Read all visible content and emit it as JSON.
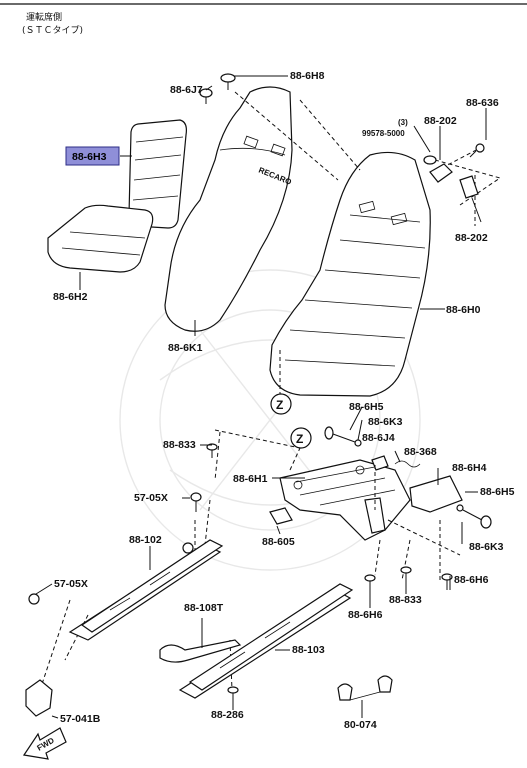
{
  "header": {
    "line1": "運転席側",
    "line2": "(ＳＴＣタイプ)"
  },
  "parts": {
    "p_6H8": "88-6H8",
    "p_6J7": "88-6J7",
    "p_6H3": "88-6H3",
    "p_636": "88-636",
    "p_qty": "(3)",
    "p_99578": "99578-5000",
    "p_202a": "88-202",
    "p_202b": "88-202",
    "p_6H2": "88-6H2",
    "p_6H0": "88-6H0",
    "p_6K1": "88-6K1",
    "p_6H5a": "88-6H5",
    "p_6K3a": "88-6K3",
    "p_6J4": "88-6J4",
    "p_833a": "88-833",
    "p_368": "88-368",
    "p_6H1": "88-6H1",
    "p_6H4": "88-6H4",
    "p_6H5b": "88-6H5",
    "p_05Xa": "57-05X",
    "p_605": "88-605",
    "p_6K3b": "88-6K3",
    "p_102": "88-102",
    "p_05Xb": "57-05X",
    "p_6H6a": "88-6H6",
    "p_833b": "88-833",
    "p_6H6b": "88-6H6",
    "p_108T": "88-108T",
    "p_103": "88-103",
    "p_041B": "57-041B",
    "p_286": "88-286",
    "p_074": "80-074"
  },
  "seat_brand": "RECARO",
  "markers": {
    "z": "Z"
  },
  "fwd": "FWD",
  "highlight_color": "#8f8fd8"
}
